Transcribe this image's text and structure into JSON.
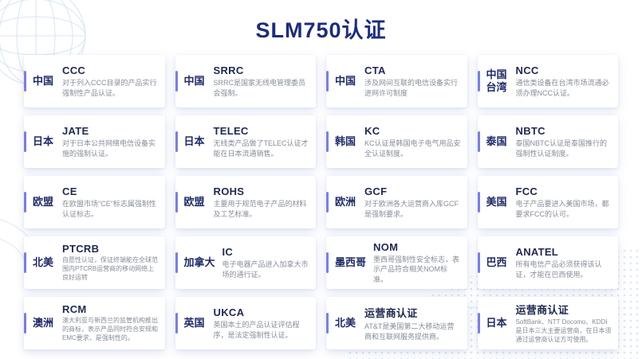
{
  "page": {
    "title": "SLM750认证"
  },
  "colors": {
    "title": "#1c2d7a",
    "accent_bar": "#7b80d8",
    "country_text": "#1f2a66",
    "cert_text": "#20294f",
    "desc_text": "#868c98",
    "decoration_blue": "#b9cfe8"
  },
  "cards": [
    {
      "country": "中国",
      "cert": "CCC",
      "desc": "对于列入CCC目录的产品实行强制性产品认证。"
    },
    {
      "country": "中国",
      "cert": "SRRC",
      "desc": "SRRC是国家无线电管理委员会强制。"
    },
    {
      "country": "中国",
      "cert": "CTA",
      "desc": "涉及网间互联的电信设备实行进网许可制度"
    },
    {
      "country": "中国\n台湾",
      "cert": "NCC",
      "desc": "通信类设备在台湾市场流通必须办理NCC认证。"
    },
    {
      "country": "日本",
      "cert": "JATE",
      "desc": "对于日本公共网络电信设备实施的强制认证。"
    },
    {
      "country": "日本",
      "cert": "TELEC",
      "desc": "无线类产品做了TELEC认证才能在日本流通销售。"
    },
    {
      "country": "韩国",
      "cert": "KC",
      "desc": "KC认证是韩国电子电气用品安全认证制度。"
    },
    {
      "country": "泰国",
      "cert": "NBTC",
      "desc": "泰国NBTC认证是泰国推行的强制性认证制度。"
    },
    {
      "country": "欧盟",
      "cert": "CE",
      "desc": "在欧盟市场\"CE\"标志属强制性认证标志。"
    },
    {
      "country": "欧盟",
      "cert": "ROHS",
      "desc": "主要用于规范电子产品的材料及工艺标准。"
    },
    {
      "country": "欧洲",
      "cert": "GCF",
      "desc": "对于欧洲各大运营商入库GCF是强制要求。"
    },
    {
      "country": "美国",
      "cert": "FCC",
      "desc": "电子产品要进入美国市场，都要求FCC的认可。"
    },
    {
      "country": "北美",
      "cert": "PTCRB",
      "desc": "自愿性认证，保证终端能在全球范围内PTCRB运营商的移动网络上良好运转"
    },
    {
      "country": "加拿大",
      "cert": "IC",
      "desc": "电子电器产品进入加拿大市场的通行证。"
    },
    {
      "country": "墨西哥",
      "cert": "NOM",
      "desc": "墨西哥强制性安全标志，表示产品符合相关NOM标准。"
    },
    {
      "country": "巴西",
      "cert": "ANATEL",
      "desc": "所有电信产品必须获得该认证，才能在巴西使用。"
    },
    {
      "country": "澳洲",
      "cert": "RCM",
      "desc": "澳大利亚与新西兰的监管机构推出的商标，表示产品同时符合安规和EMC要求，是强制性的。"
    },
    {
      "country": "英国",
      "cert": "UKCA",
      "desc": "英国本土的产品认证评估程序，是法定强制性认证。"
    },
    {
      "country": "北美",
      "cert": "运营商认证",
      "desc": "AT&T是美国第二大移动运营商和互联网服务提供商。"
    },
    {
      "country": "日本",
      "cert": "运营商认证",
      "desc": "SoftBank、NTT Docomo、KDDI是日本三大主要运营商，在日本须通过运营商认证方可使用。"
    }
  ]
}
